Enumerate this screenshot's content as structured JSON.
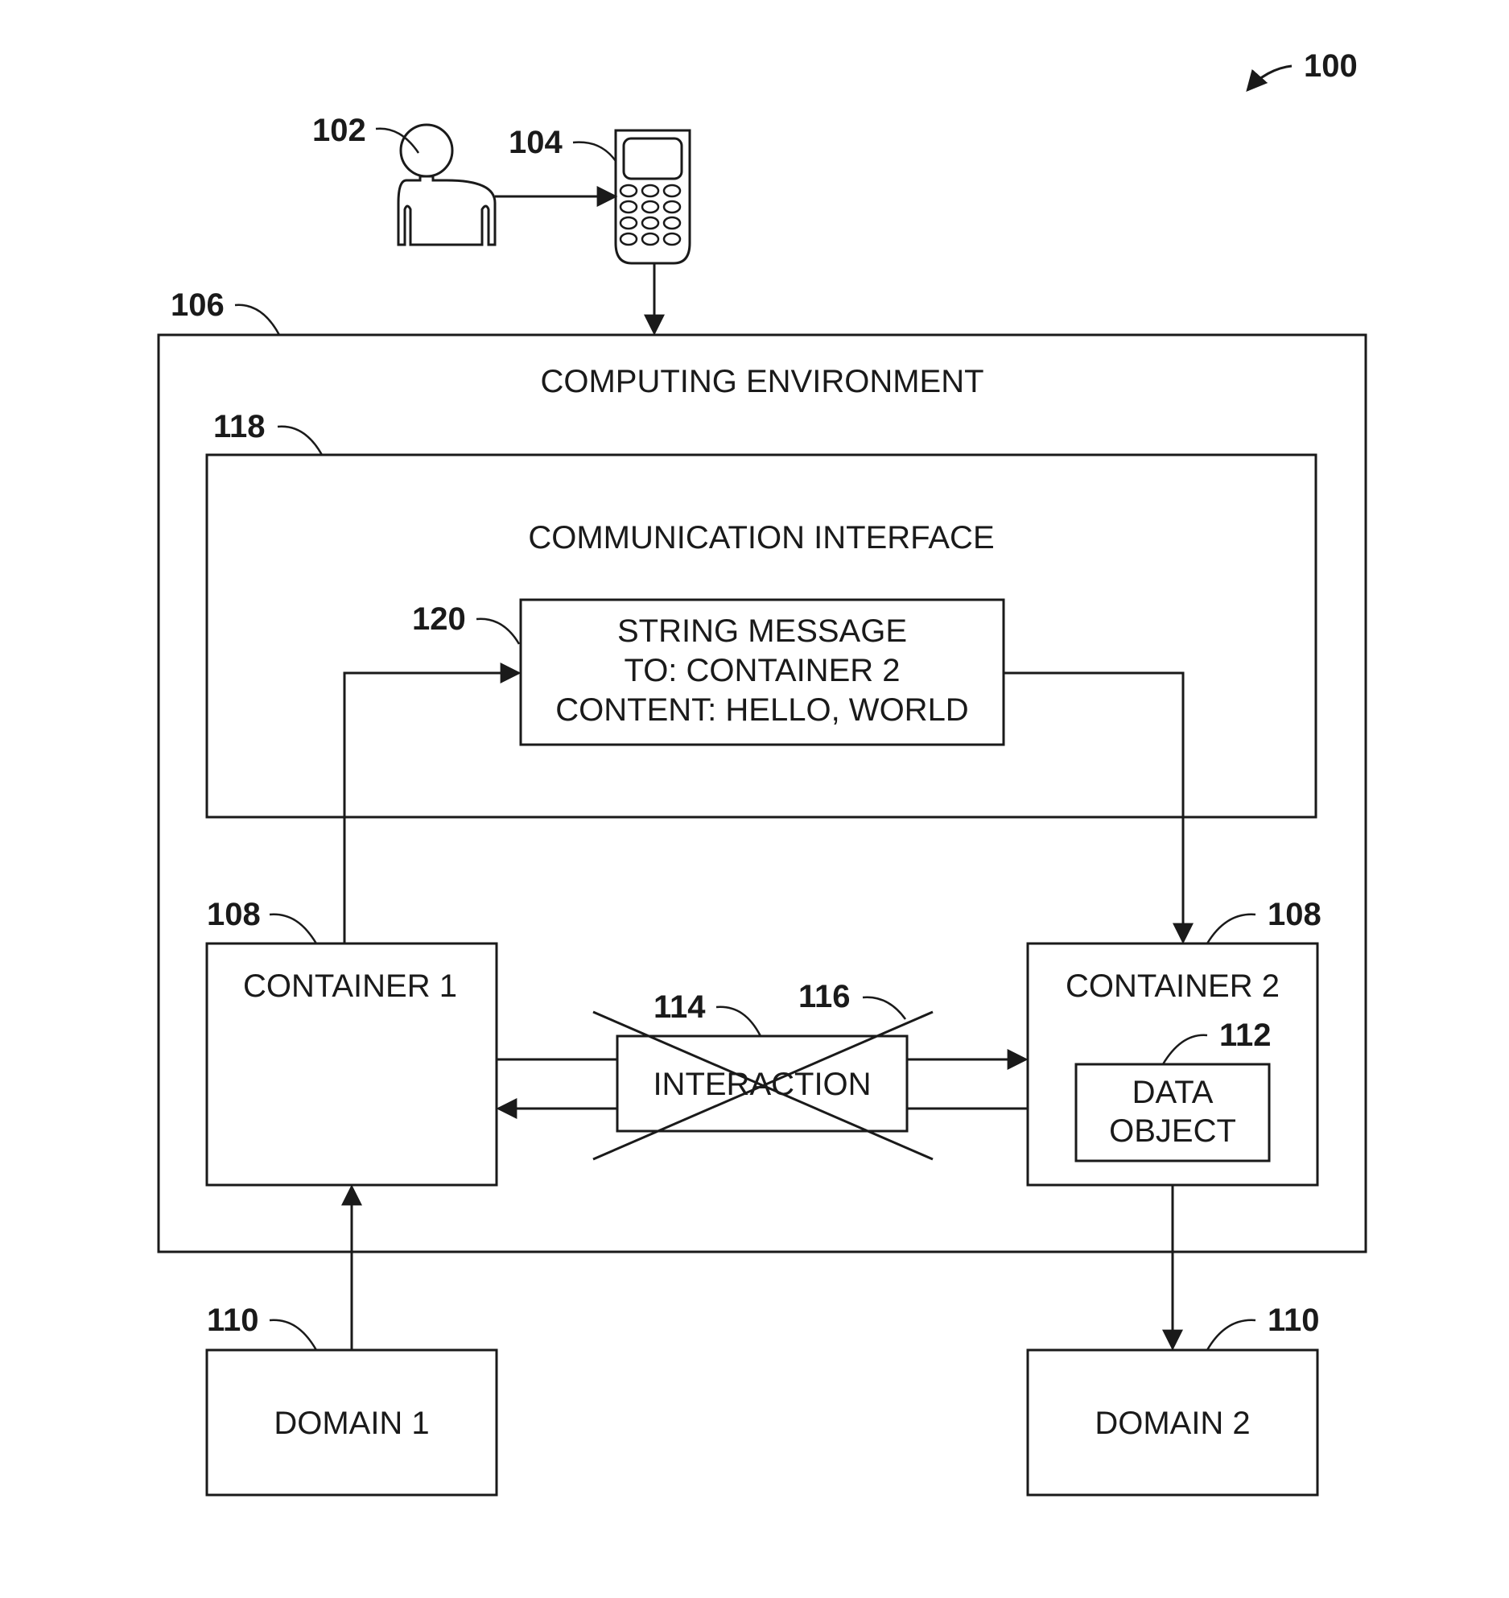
{
  "refs": {
    "fig": "100",
    "user": "102",
    "device": "104",
    "environment": "106",
    "container_left": "108",
    "container_right": "108",
    "domain_left": "110",
    "domain_right": "110",
    "data_object": "112",
    "interaction": "114",
    "blocked": "116",
    "interface": "118",
    "message": "120"
  },
  "labels": {
    "environment": "COMPUTING ENVIRONMENT",
    "interface": "COMMUNICATION INTERFACE",
    "message": [
      "STRING MESSAGE",
      "TO: CONTAINER 2",
      "CONTENT: HELLO, WORLD"
    ],
    "container1": "CONTAINER 1",
    "container2": "CONTAINER 2",
    "data_object": [
      "DATA",
      "OBJECT"
    ],
    "interaction": "INTERACTION",
    "domain1": "DOMAIN 1",
    "domain2": "DOMAIN 2"
  }
}
